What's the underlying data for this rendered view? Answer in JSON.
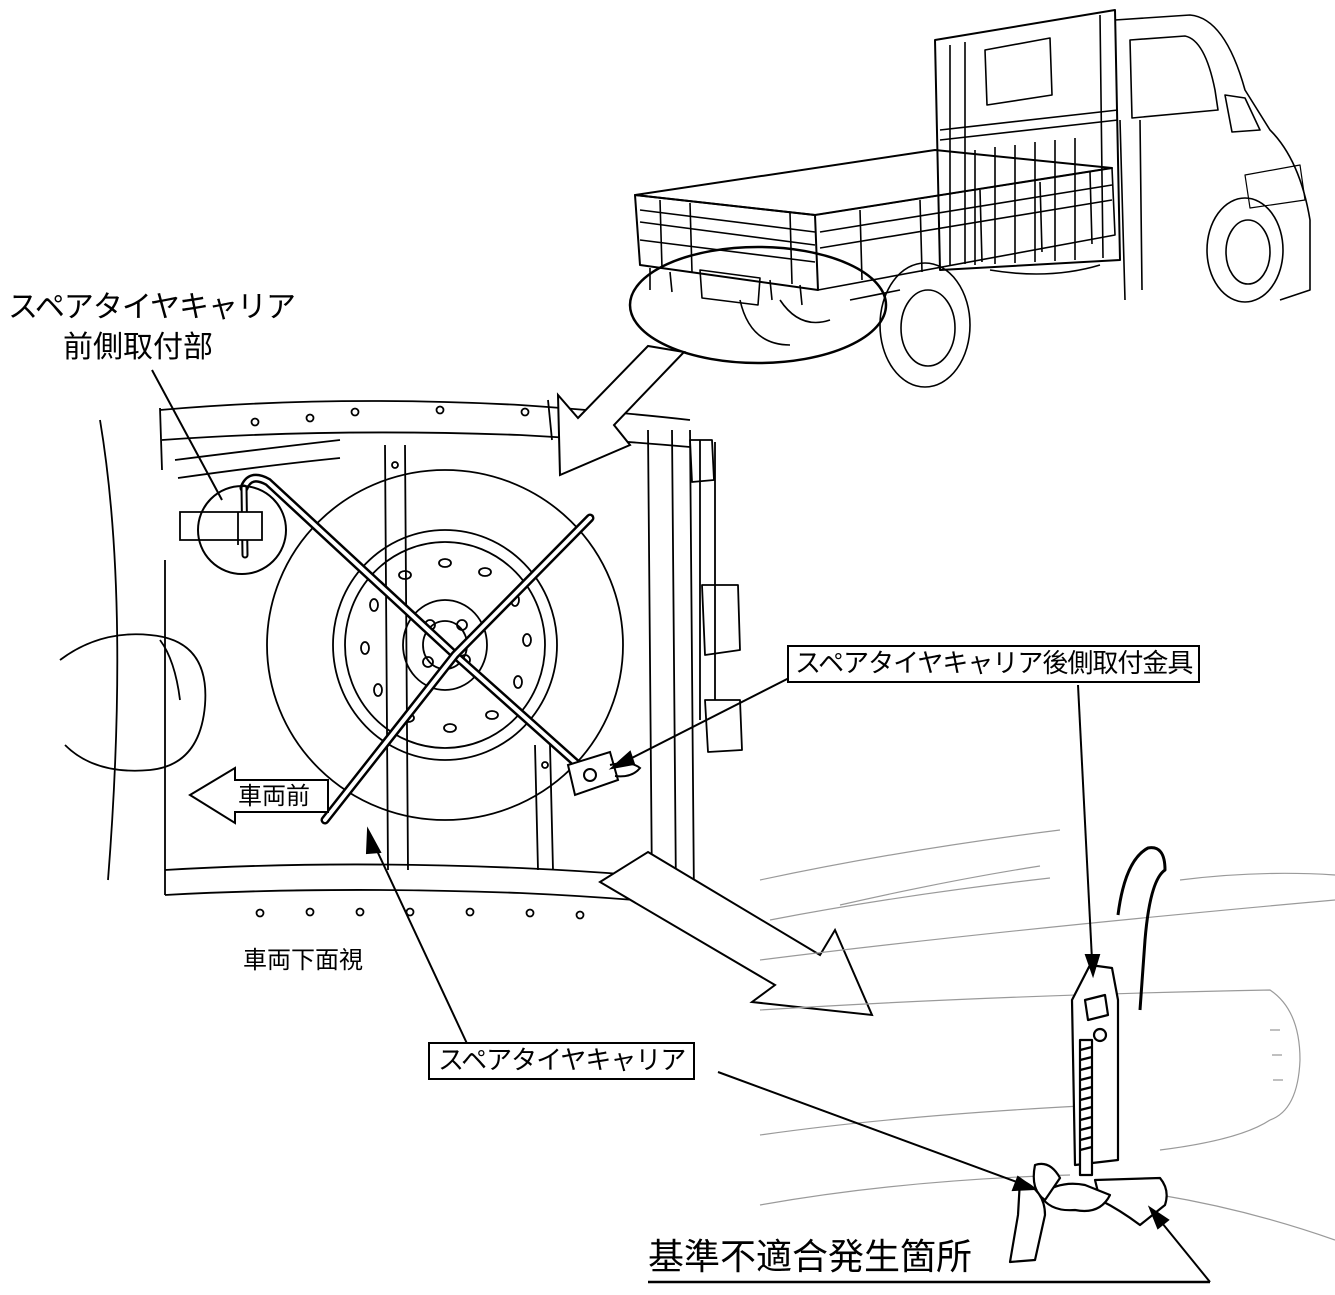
{
  "labels": {
    "front_mount_line1": "スペアタイヤキャリア",
    "front_mount_line2": "前側取付部",
    "rear_bracket": "スペアタイヤキャリア後側取付金具",
    "vehicle_front": "車両前",
    "underside_view": "車両下面視",
    "carrier": "スペアタイヤキャリア",
    "nonconformity_location": "基準不適合発生箇所"
  },
  "colors": {
    "ink": "#000000",
    "paper": "#ffffff",
    "light_line": "#9a9a9a"
  }
}
